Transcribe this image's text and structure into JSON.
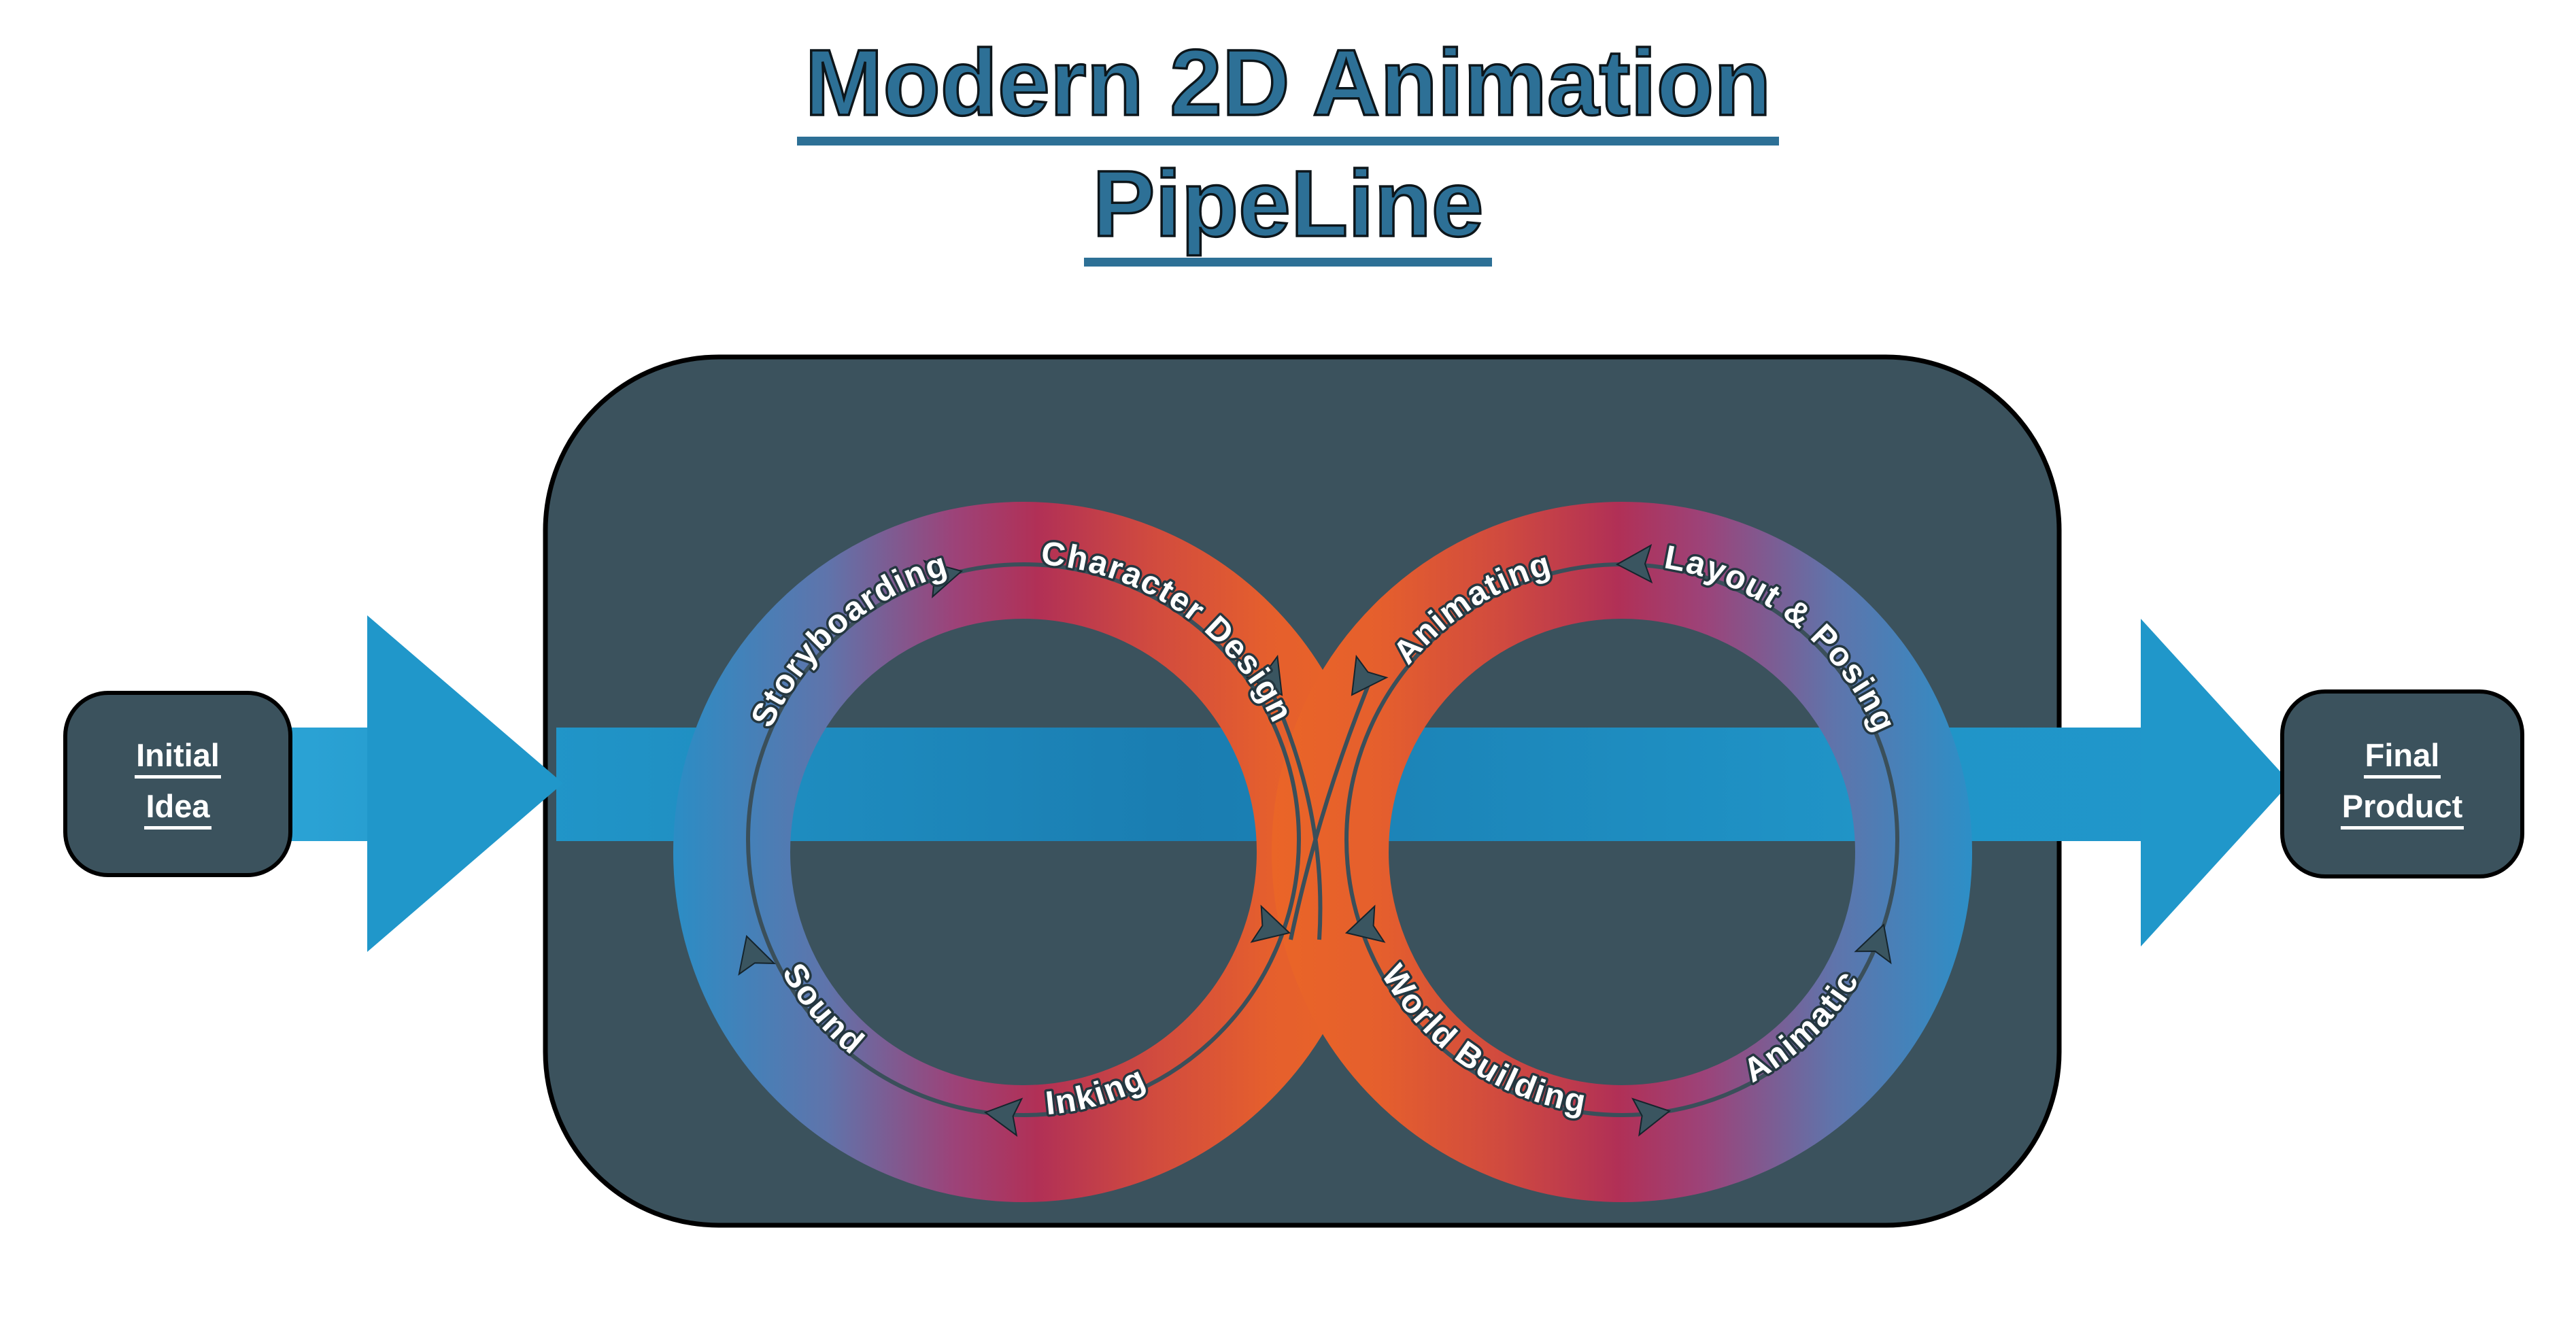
{
  "title": {
    "line1": "Modern 2D Animation",
    "line2": "PipeLine"
  },
  "start_node": {
    "line1": "Initial",
    "line2": "Idea"
  },
  "end_node": {
    "line1": "Final",
    "line2": "Product"
  },
  "stages": {
    "storyboarding": "Storyboarding",
    "character_design": "Character Design",
    "animating": "Animating",
    "layout_posing": "Layout & Posing",
    "animatic": "Animatic",
    "world_building": "World Building",
    "inking": "Inking",
    "sound": "Sound"
  },
  "icons": {
    "flow_direction_arrow": "small dark triangle along loop guide line",
    "big_flow_arrow": "large blue right-pointing arrow"
  },
  "colors": {
    "title_blue": "#2d7096",
    "panel_dark": "#3b525d",
    "flow_band_blue": "#2196cb",
    "flow_band_deep": "#1a7db1",
    "ring_blue": "#2593cb",
    "ring_purple": "#7d64a0",
    "ring_crimson": "#b13056",
    "ring_orange": "#ea6527",
    "guide_dark": "#3a4f5a",
    "label_white": "#ffffff"
  }
}
